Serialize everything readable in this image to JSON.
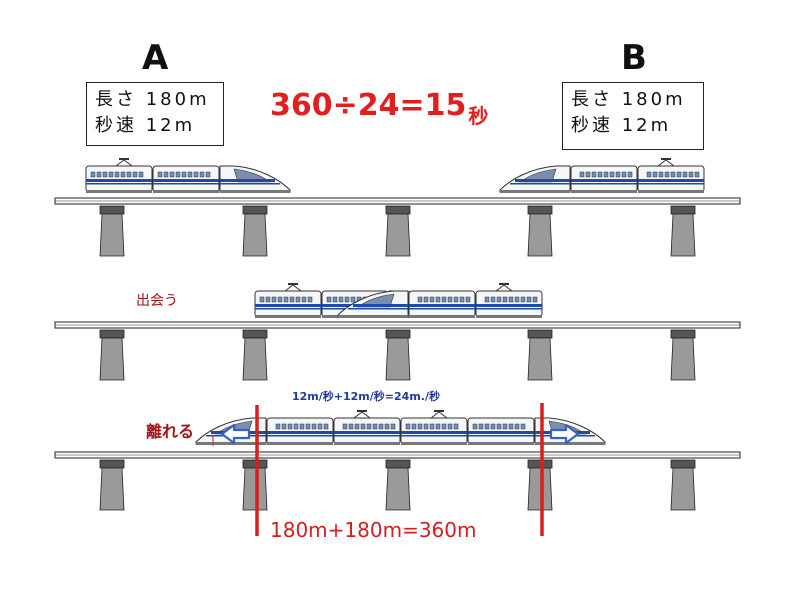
{
  "train_a": {
    "letter": "A",
    "length_label": "長さ",
    "length_value": "180m",
    "speed_label": "秒速",
    "speed_value": "12m"
  },
  "train_b": {
    "letter": "B",
    "length_label": "長さ",
    "length_value": "180m",
    "speed_label": "秒速",
    "speed_value": "12m"
  },
  "formula": {
    "expression": "360÷24=15",
    "unit": "秒"
  },
  "stages": {
    "meet_label": "出会う",
    "separate_label": "離れる"
  },
  "relative_speed": "12m/秒+12m/秒=24m./秒",
  "total_length": "180m+180m=360m",
  "colors": {
    "formula_red": "#e0201f",
    "label_maroon": "#a0161a",
    "speed_blue": "#1f3a9a",
    "arrow_blue": "#3a5fc8",
    "marker_red": "#d81e1e"
  }
}
